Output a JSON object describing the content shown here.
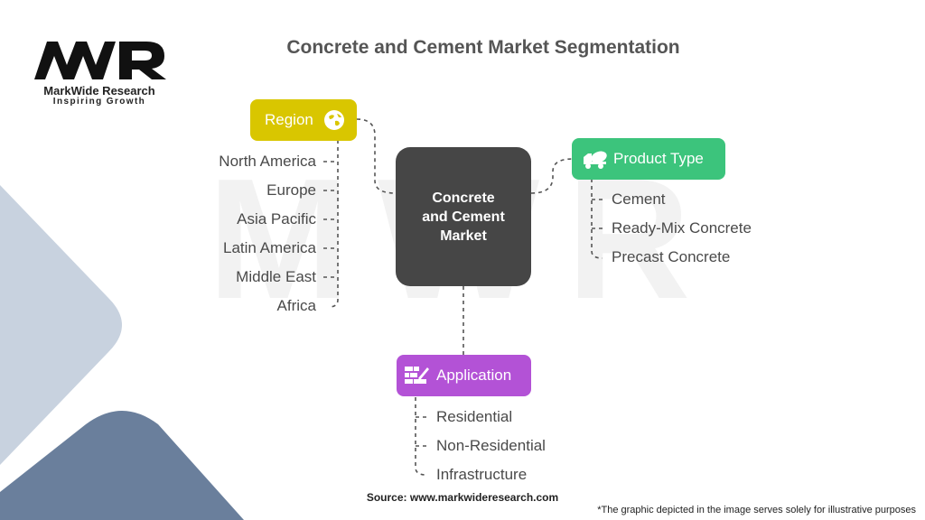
{
  "brand": {
    "logo_mark": "MWR",
    "name": "MarkWide Research",
    "tagline": "Inspiring Growth"
  },
  "title": "Concrete and Cement Market Segmentation",
  "center": {
    "line1": "Concrete",
    "line2": "and Cement",
    "line3": "Market"
  },
  "branches": {
    "region": {
      "label": "Region",
      "color": "#d9c600",
      "icon": "globe-icon",
      "items": [
        "North America",
        "Europe",
        "Asia Pacific",
        "Latin America",
        "Middle East",
        "Africa"
      ]
    },
    "product_type": {
      "label": "Product Type",
      "color": "#3cc47c",
      "icon": "cement-mixer-truck-icon",
      "items": [
        "Cement",
        "Ready-Mix Concrete",
        "Precast Concrete"
      ]
    },
    "application": {
      "label": "Application",
      "color": "#b352d6",
      "icon": "construction-bricks-icon",
      "items": [
        "Residential",
        "Non-Residential",
        "Infrastructure"
      ]
    }
  },
  "source": "Source: www.markwideresearch.com",
  "disclaimer": "*The graphic depicted in the image serves solely for illustrative purposes"
}
